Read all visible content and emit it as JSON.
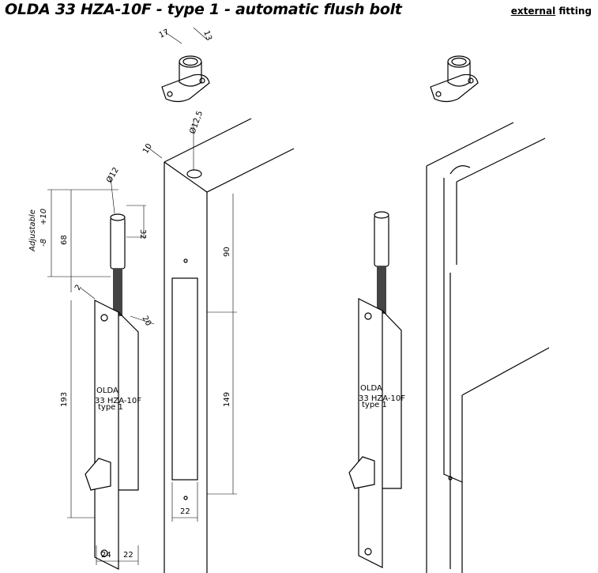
{
  "header": {
    "title": "OLDA 33 HZA-10F - type 1 - automatic flush bolt",
    "fitting_emph": "external",
    "fitting_rest": "fitting"
  },
  "dimensions": {
    "d17": "17",
    "d13": "13",
    "d125": "Ø12,5",
    "d10": "10",
    "d12": "Ø12",
    "adjustable": "Adjustable",
    "minus8": "-8",
    "plus10": "+10",
    "d68": "68",
    "d32": "32",
    "d90": "90",
    "d2": "2",
    "d20": "20",
    "d193": "193",
    "d149": "149",
    "d22a": "22",
    "d24": "24",
    "d22b": "22"
  },
  "plate": {
    "brand": "OLDA",
    "model": "33 HZA-10F",
    "type": "type 1"
  }
}
